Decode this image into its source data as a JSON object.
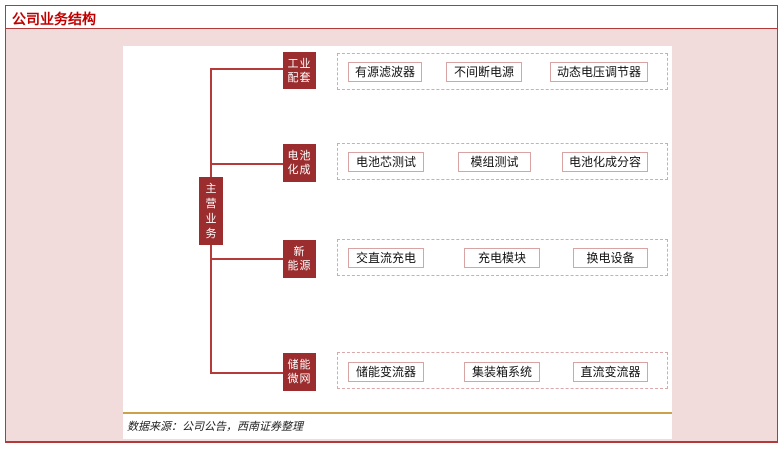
{
  "header": {
    "title": "公司业务结构"
  },
  "diagram": {
    "root": "主\n营\n业\n务",
    "branches": [
      {
        "label": "工业\n配套",
        "items": [
          "有源滤波器",
          "不间断电源",
          "动态电压调节器"
        ]
      },
      {
        "label": "电池\n化成",
        "items": [
          "电池芯测试",
          "模组测试",
          "电池化成分容"
        ]
      },
      {
        "label": "新\n能源",
        "items": [
          "交直流充电",
          "充电模块",
          "换电设备"
        ]
      },
      {
        "label": "储能\n微网",
        "items": [
          "储能变流器",
          "集装箱系统",
          "直流变流器"
        ]
      }
    ]
  },
  "source": "数据来源：公司公告，西南证券整理",
  "colors": {
    "accent": "#c00000",
    "node": "#9b2d2f",
    "frame_bg": "#f2dcdb",
    "border": "#b23a3a"
  }
}
